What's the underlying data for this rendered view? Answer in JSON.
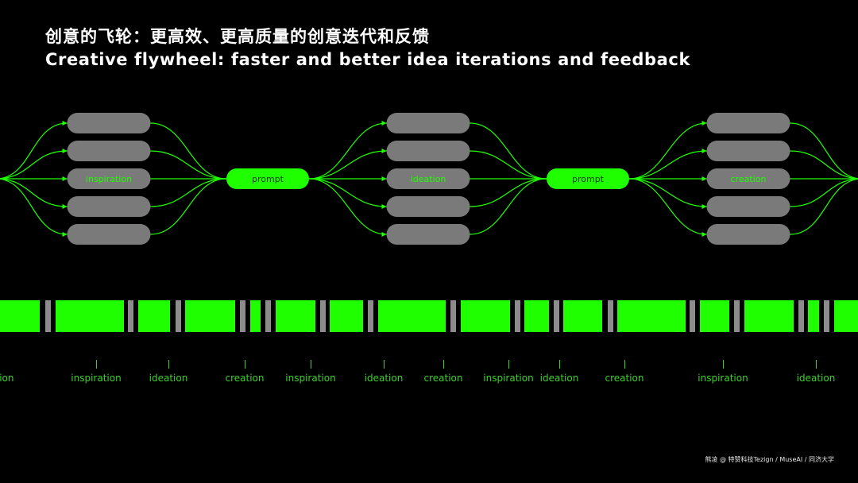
{
  "header": {
    "title_zh": "创意的飞轮：更高效、更高质量的创意迭代和反馈",
    "title_en": "Creative flywheel: faster and better idea iterations and feedback"
  },
  "flow": {
    "clusters": [
      {
        "label": "inspiration"
      },
      {
        "label": "ideation"
      },
      {
        "label": "creation"
      }
    ],
    "connectors": [
      {
        "label": "prompt"
      },
      {
        "label": "prompt"
      }
    ]
  },
  "timeline": {
    "labels": [
      "tion",
      "inspiration",
      "ideation",
      "creation",
      "inspiration",
      "ideation",
      "creation",
      "inspiration",
      "ideation",
      "creation",
      "inspiration",
      "ideation"
    ]
  },
  "footer": {
    "credit": "熊凌 @ 特赞科技Tezign / MuseAI / 同济大学"
  },
  "colors": {
    "accent_green": "#1fff00",
    "label_green": "#3bd12a",
    "pill_gray": "#7a7a7a",
    "separator_gray": "#8c8c8c",
    "background": "#000000"
  }
}
